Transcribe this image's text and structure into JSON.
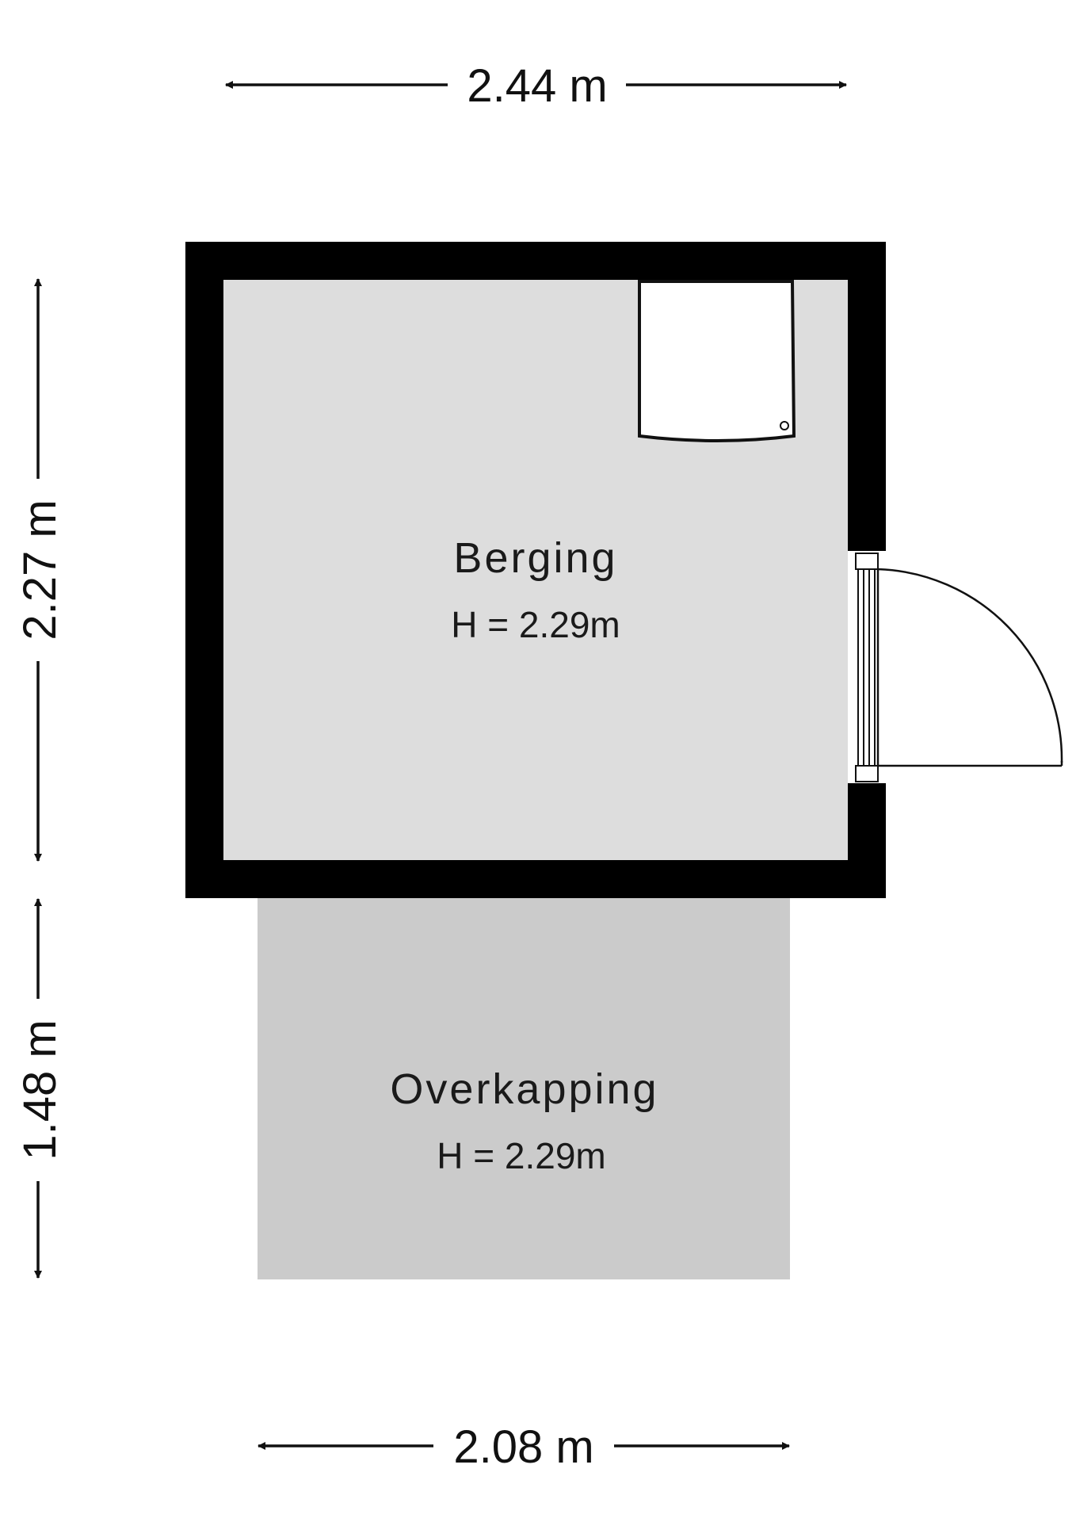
{
  "dimensions": {
    "top_width": "2.44 m",
    "left_upper_height": "2.27 m",
    "left_lower_height": "1.48 m",
    "bottom_width": "2.08 m"
  },
  "rooms": [
    {
      "name": "Berging",
      "height": "H = 2.29m"
    },
    {
      "name": "Overkapping",
      "height": "H = 2.29m"
    }
  ],
  "colors": {
    "wall": "#000000",
    "berging_floor": "#dddddd",
    "overkapping_floor": "#cbcbcb",
    "line": "#111111"
  }
}
